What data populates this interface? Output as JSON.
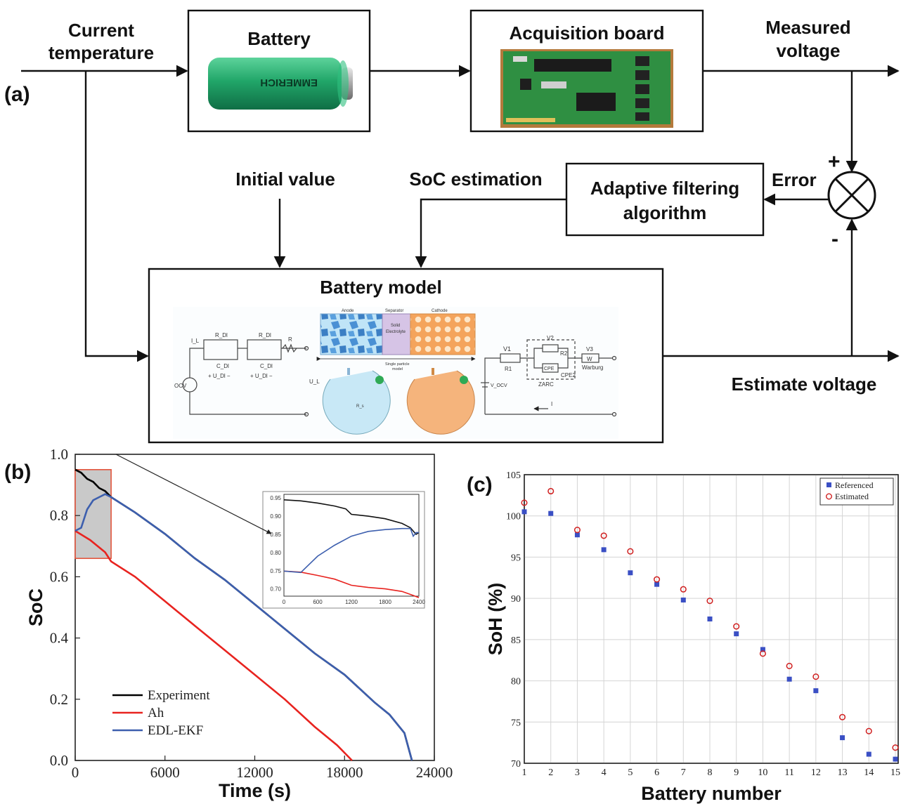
{
  "panel_a": {
    "tag": "(a)",
    "input_label": [
      "Current",
      "temperature"
    ],
    "battery_title": "Battery",
    "battery_brand": "EMMERICH",
    "acquisition_title": "Acquisition board",
    "measured_label": [
      "Measured",
      "voltage"
    ],
    "initial_value": "Initial value",
    "soc_estimation": "SoC estimation",
    "adaptive_label": [
      "Adaptive filtering",
      "algorithm"
    ],
    "error_label": "Error",
    "plus_sign": "+",
    "minus_sign": "-",
    "model_title": "Battery model",
    "estimate_label": "Estimate voltage",
    "model_figure": {
      "circuit1": {
        "ocv": "OCV",
        "r_dl": "R_Dl",
        "c_dl": "C_Dl",
        "u_dl": "+ U_Dl −",
        "r": "R",
        "ul": "U_L",
        "current": "I_L"
      },
      "electrode": {
        "anode": "Anode",
        "separator": "Separator",
        "cathode": "Cathode",
        "solid": "Solid",
        "electrolyte": "Electrolyte",
        "caption": [
          "Single particle",
          "model"
        ],
        "rs": "R_s"
      },
      "circuit2": {
        "v1": "V1",
        "r1": "R1",
        "v2": "V2",
        "r2": "R2",
        "cpe": "CPE",
        "cpe2": "CPE2",
        "zarc": "ZARC",
        "v3": "V3",
        "w": "W",
        "warburg": "Warburg",
        "vocv": "V_OCV",
        "i": "I"
      }
    }
  },
  "panel_b": {
    "tag": "(b)",
    "chart_data": {
      "type": "line",
      "xlabel": "Time (s)",
      "ylabel": "SoC",
      "xlim": [
        0,
        24000
      ],
      "ylim": [
        0,
        1.0
      ],
      "xticks": [
        "0",
        "6000",
        "12000",
        "18000",
        "24000"
      ],
      "yticks": [
        "0.0",
        "0.2",
        "0.4",
        "0.6",
        "0.8",
        "1.0"
      ],
      "legend_position": "bottom-left",
      "series": [
        {
          "name": "Experiment",
          "color": "#000000",
          "x": [
            0,
            400,
            800,
            1200,
            1600,
            2000,
            2400,
            4000,
            6000,
            8000,
            10000,
            12000,
            14000,
            16000,
            18000,
            20000,
            21000,
            22000,
            22500
          ],
          "y": [
            0.95,
            0.94,
            0.92,
            0.91,
            0.89,
            0.88,
            0.86,
            0.81,
            0.74,
            0.66,
            0.59,
            0.51,
            0.43,
            0.35,
            0.28,
            0.19,
            0.15,
            0.09,
            0.0
          ]
        },
        {
          "name": "Ah",
          "color": "#e8231f",
          "x": [
            0,
            1000,
            2000,
            2400,
            4000,
            6000,
            8000,
            10000,
            12000,
            14000,
            16000,
            17500,
            18500
          ],
          "y": [
            0.75,
            0.72,
            0.68,
            0.65,
            0.6,
            0.52,
            0.44,
            0.36,
            0.28,
            0.2,
            0.11,
            0.05,
            0.0
          ]
        },
        {
          "name": "EDL-EKF",
          "color": "#3d5fae",
          "x": [
            0,
            400,
            800,
            1200,
            1600,
            2000,
            2400,
            4000,
            6000,
            8000,
            10000,
            12000,
            14000,
            16000,
            18000,
            20000,
            21000,
            22000,
            22500
          ],
          "y": [
            0.75,
            0.76,
            0.82,
            0.85,
            0.86,
            0.87,
            0.86,
            0.81,
            0.74,
            0.66,
            0.59,
            0.51,
            0.43,
            0.35,
            0.28,
            0.19,
            0.15,
            0.09,
            0.0
          ]
        }
      ],
      "inset": {
        "xlim": [
          0,
          2400
        ],
        "ylim": [
          0.68,
          0.96
        ],
        "xticks": [
          "0",
          "600",
          "1200",
          "1800",
          "2400"
        ],
        "yticks": [
          "0.95",
          "0.90",
          "0.85",
          "0.80",
          "0.75",
          "0.70"
        ]
      }
    }
  },
  "panel_c": {
    "tag": "(c)",
    "chart_data": {
      "type": "scatter",
      "xlabel": "Battery number",
      "ylabel": "SoH (%)",
      "xlim": [
        1,
        15
      ],
      "ylim": [
        70,
        105
      ],
      "xticks": [
        "1",
        "2",
        "3",
        "4",
        "5",
        "6",
        "7",
        "8",
        "9",
        "10",
        "11",
        "12",
        "13",
        "14",
        "15"
      ],
      "yticks": [
        "70",
        "75",
        "80",
        "85",
        "90",
        "95",
        "100",
        "105"
      ],
      "grid": true,
      "legend_position": "top-right",
      "x": [
        1,
        2,
        3,
        4,
        5,
        6,
        7,
        8,
        9,
        10,
        11,
        12,
        13,
        14,
        15
      ],
      "series": [
        {
          "name": "Referenced",
          "color": "#3a4fc4",
          "marker": "square",
          "values": [
            100.5,
            100.3,
            97.7,
            95.9,
            93.1,
            91.7,
            89.8,
            87.5,
            85.7,
            83.8,
            80.2,
            78.8,
            73.1,
            71.1,
            70.5
          ]
        },
        {
          "name": "Estimated",
          "color": "#d02020",
          "marker": "circle",
          "values": [
            101.6,
            103.0,
            98.3,
            97.6,
            95.7,
            92.3,
            91.1,
            89.7,
            86.6,
            83.3,
            81.8,
            80.5,
            75.6,
            73.9,
            71.9
          ]
        }
      ]
    }
  }
}
